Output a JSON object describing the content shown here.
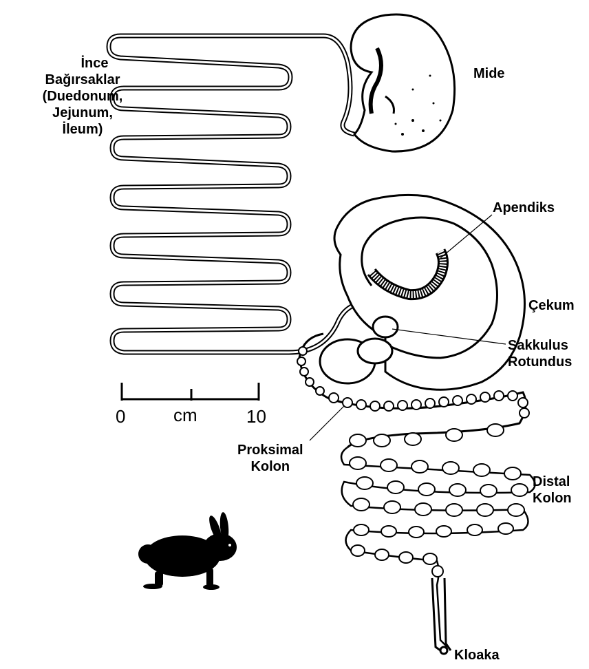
{
  "labels": {
    "ince_lines": [
      "İnce",
      "Bağırsaklar",
      "(Duedonum,",
      "Jejunum,",
      "İleum)"
    ],
    "mide": "Mide",
    "apendiks": "Apendiks",
    "cekum": "Çekum",
    "sakkulus_lines": [
      "Sakkulus",
      "Rotundus"
    ],
    "proksimal_lines": [
      "Proksimal",
      "Kolon"
    ],
    "distal_lines": [
      "Distal",
      "Kolon"
    ],
    "kloaka": "Kloaka"
  },
  "scale": {
    "start": "0",
    "unit": "cm",
    "end": "10"
  },
  "colors": {
    "ink": "#000000",
    "paper": "#ffffff"
  }
}
